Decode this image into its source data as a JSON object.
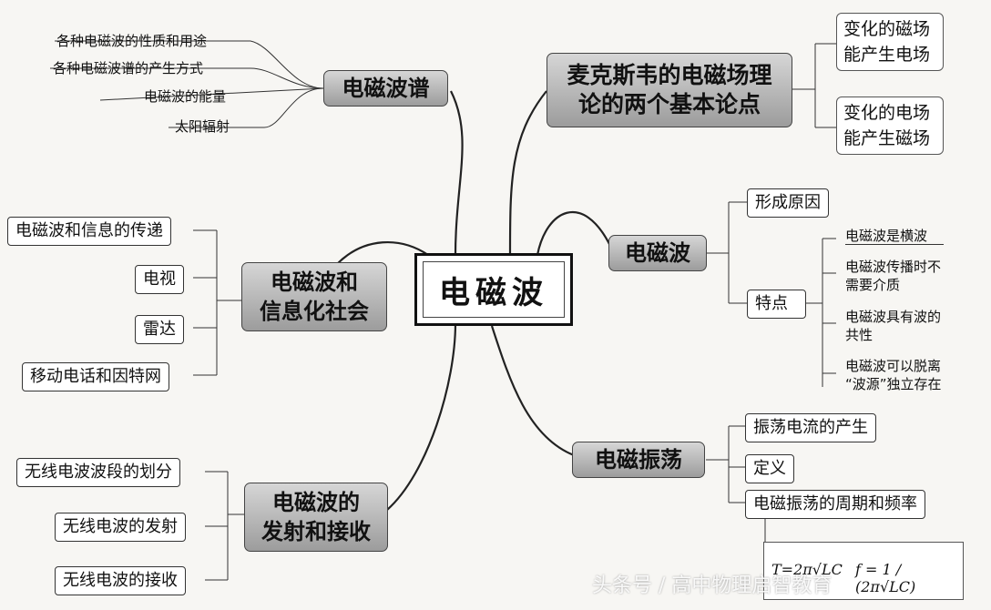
{
  "center": {
    "label": "电磁波"
  },
  "spectrum": {
    "title": "电磁波谱",
    "items": [
      "各种电磁波的性质和用途",
      "各种电磁波谱的产生方式",
      "电磁波的能量",
      "太阳辐射"
    ]
  },
  "maxwell": {
    "title": "麦克斯韦的电磁场理\n论的两个基本论点",
    "points": [
      "变化的磁场\n能产生电场",
      "变化的电场\n能产生磁场"
    ]
  },
  "wave": {
    "title": "电磁波",
    "cause": "形成原因",
    "feature": "特点",
    "features": [
      "电磁波是横波",
      "电磁波传播时不\n需要介质",
      "电磁波具有波的\n共性",
      "电磁波可以脱离\n“波源”独立存在"
    ]
  },
  "info": {
    "title": "电磁波和\n信息化社会",
    "items": [
      "电磁波和信息的传递",
      "电视",
      "雷达",
      "移动电话和因特网"
    ]
  },
  "oscillation": {
    "title": "电磁振荡",
    "items": [
      "振荡电流的产生",
      "定义",
      "电磁振荡的周期和频率"
    ],
    "formula_left": "T=2π√LC",
    "formula_right": "f = 1 / (2π√LC)"
  },
  "transmit": {
    "title": "电磁波的\n发射和接收",
    "items": [
      "无线电波波段的划分",
      "无线电波的发射",
      "无线电波的接收"
    ]
  },
  "watermark": "头条号 / 高中物理启智教育"
}
